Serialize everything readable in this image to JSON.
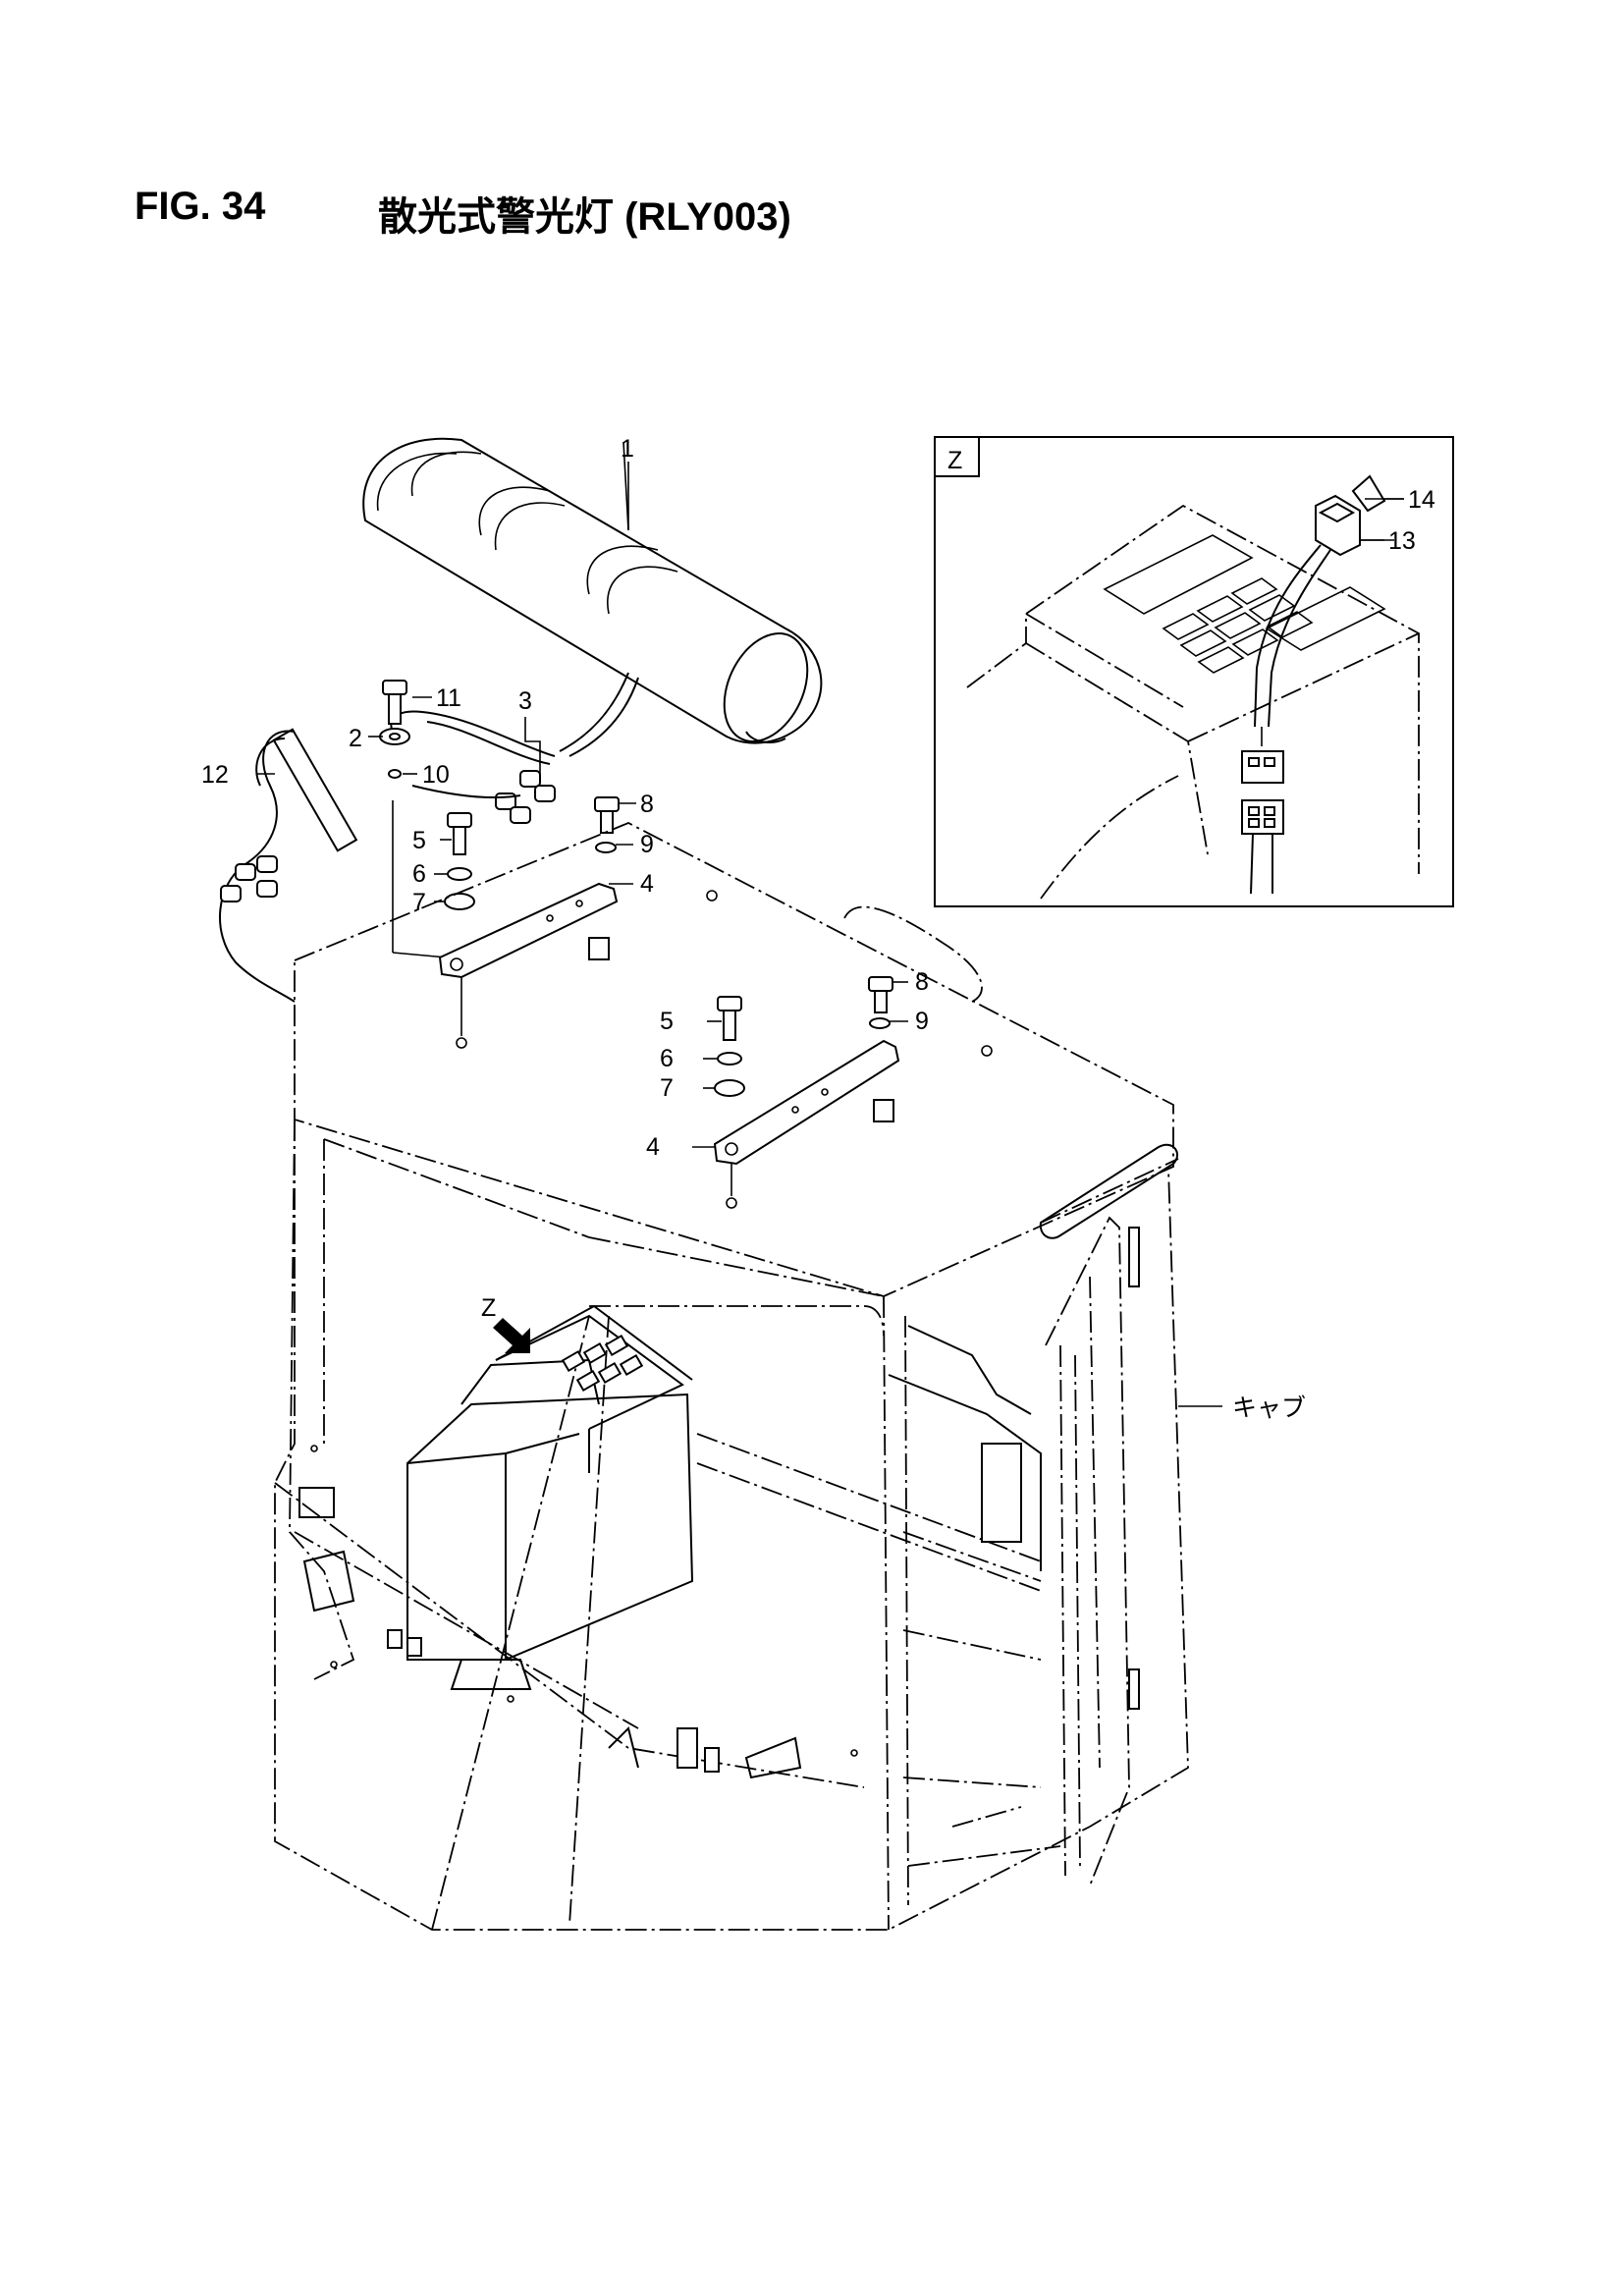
{
  "header": {
    "figure_label": "FIG. 34",
    "figure_name": "散光式警光灯 (RLY003)"
  },
  "callouts": {
    "p1": "1",
    "p2": "2",
    "p3": "3",
    "p4a": "4",
    "p4b": "4",
    "p5a": "5",
    "p5b": "5",
    "p6a": "6",
    "p6b": "6",
    "p7a": "7",
    "p7b": "7",
    "p8a": "8",
    "p8b": "8",
    "p9a": "9",
    "p9b": "9",
    "p10": "10",
    "p11": "11",
    "p12": "12",
    "p13": "13",
    "p14": "14",
    "cab": "キャブ"
  },
  "detail_view": {
    "label": "Z",
    "arrow_label": "Z"
  }
}
